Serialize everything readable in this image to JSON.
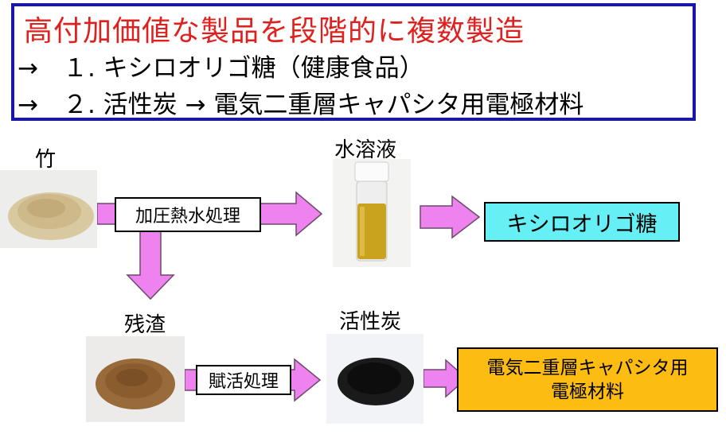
{
  "header": {
    "title": "高付加価値な製品を段階的に複数製造",
    "line1": "→　１. キシロオリゴ糖（健康食品）",
    "line2": "→　２. 活性炭 → 電気二重層キャパシタ用電極材料"
  },
  "labels": {
    "bamboo": "竹",
    "aqueous_solution": "水溶液",
    "residue": "残渣",
    "activated_carbon": "活性炭"
  },
  "processes": {
    "pressurized_hot_water": "加圧熱水処理",
    "activation": "賦活処理"
  },
  "products": {
    "xylooligosaccharide": "キシロオリゴ糖",
    "edlc_line1": "電気二重層キャパシタ用",
    "edlc_line2": "電極材料"
  },
  "colors": {
    "header_border": "#1a17a8",
    "title_red": "#e0201e",
    "arrow_magenta": "#ee82ee",
    "xylo_box": "#66f0f5",
    "edlc_box": "#fdbc12"
  }
}
